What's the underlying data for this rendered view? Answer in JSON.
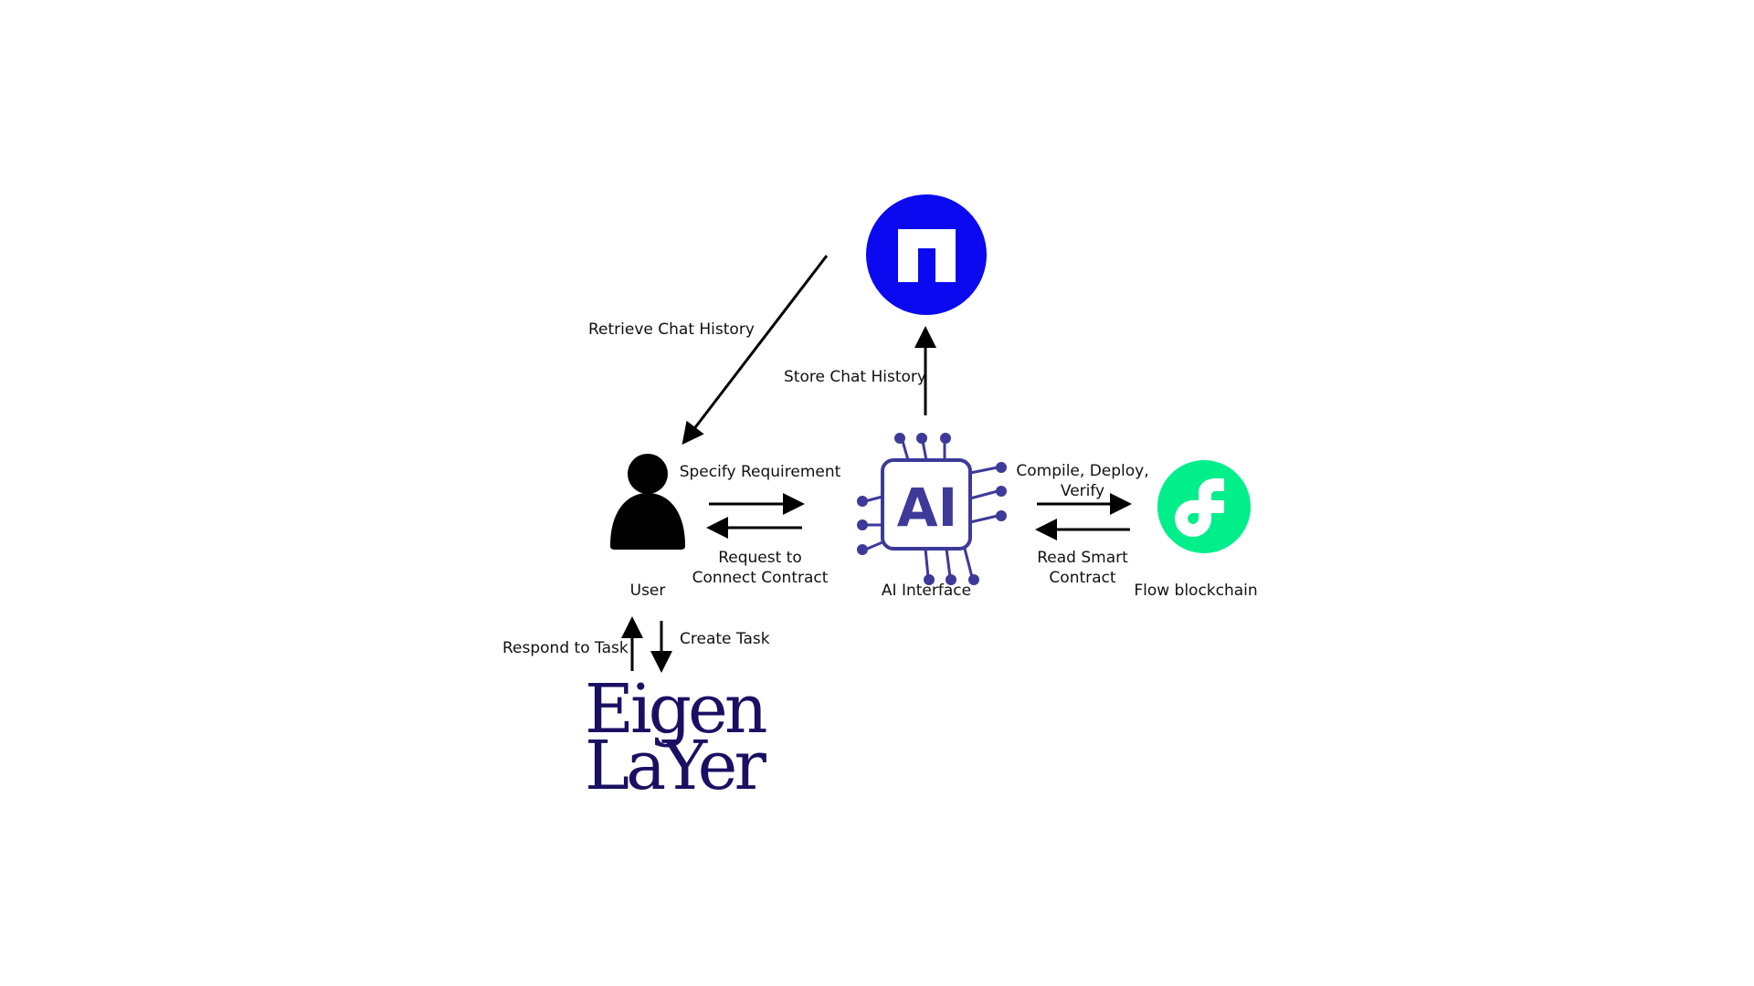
{
  "colors": {
    "ink": "#000000",
    "npm_blue": "#0a09f0",
    "ai_purple": "#3d3a99",
    "flow_green": "#00ef8b",
    "eigen_navy": "#1a1063"
  },
  "nodes": {
    "user": {
      "label": "User",
      "icon": "user-silhouette-icon"
    },
    "ai": {
      "label": "AI Interface",
      "icon": "ai-chip-icon",
      "chip_text": "AI"
    },
    "storage": {
      "icon": "storage-logo-icon"
    },
    "flow": {
      "label": "Flow blockchain",
      "icon": "flow-logo-icon"
    },
    "eigen": {
      "logo_line1": "Eigen",
      "logo_line2": "LaYer",
      "icon": "eigenlayer-logo"
    }
  },
  "edges": {
    "retrieve_history": "Retrieve Chat History",
    "store_history": "Store Chat History",
    "specify_requirement": "Specify Requirement",
    "request_connect": [
      "Request to",
      "Connect Contract"
    ],
    "compile_deploy": [
      "Compile, Deploy,",
      "Verify"
    ],
    "read_contract": [
      "Read Smart",
      "Contract"
    ],
    "respond_task": "Respond to Task",
    "create_task": "Create Task"
  }
}
